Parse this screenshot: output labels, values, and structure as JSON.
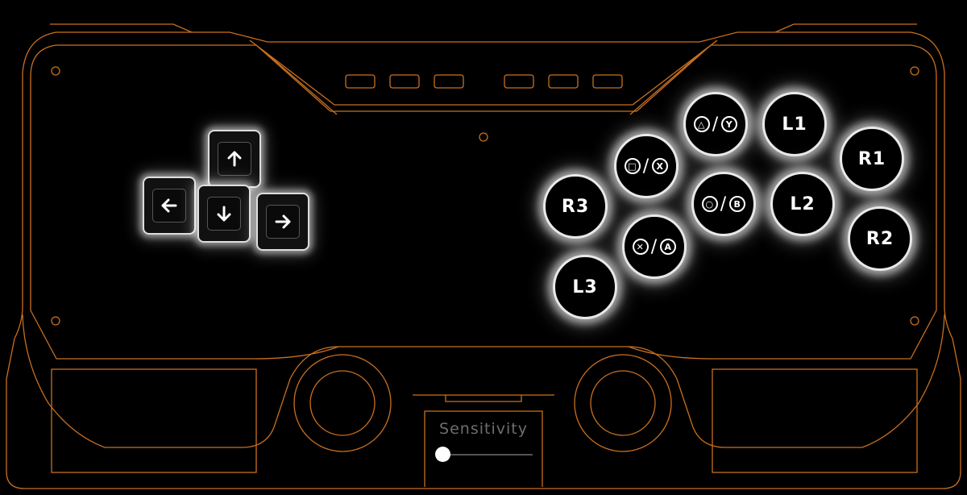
{
  "colors": {
    "outline": "#c96f1f",
    "glow": "#ffffff",
    "button_fill": "#000000"
  },
  "dpad": {
    "up": {
      "icon": "arrow-up-icon"
    },
    "left": {
      "icon": "arrow-left-icon"
    },
    "down": {
      "icon": "arrow-down-icon"
    },
    "right": {
      "icon": "arrow-right-icon"
    }
  },
  "buttons": {
    "triangle_y": {
      "a": "△",
      "b": "Y"
    },
    "square_x": {
      "a": "□",
      "b": "X"
    },
    "circle_b": {
      "a": "○",
      "b": "B"
    },
    "cross_a": {
      "a": "✕",
      "b": "A"
    },
    "l1": "L1",
    "l2": "L2",
    "r1": "R1",
    "r2": "R2",
    "r3": "R3",
    "l3": "L3",
    "separator": "/"
  },
  "sensitivity": {
    "label": "Sensitivity",
    "value": 0
  }
}
